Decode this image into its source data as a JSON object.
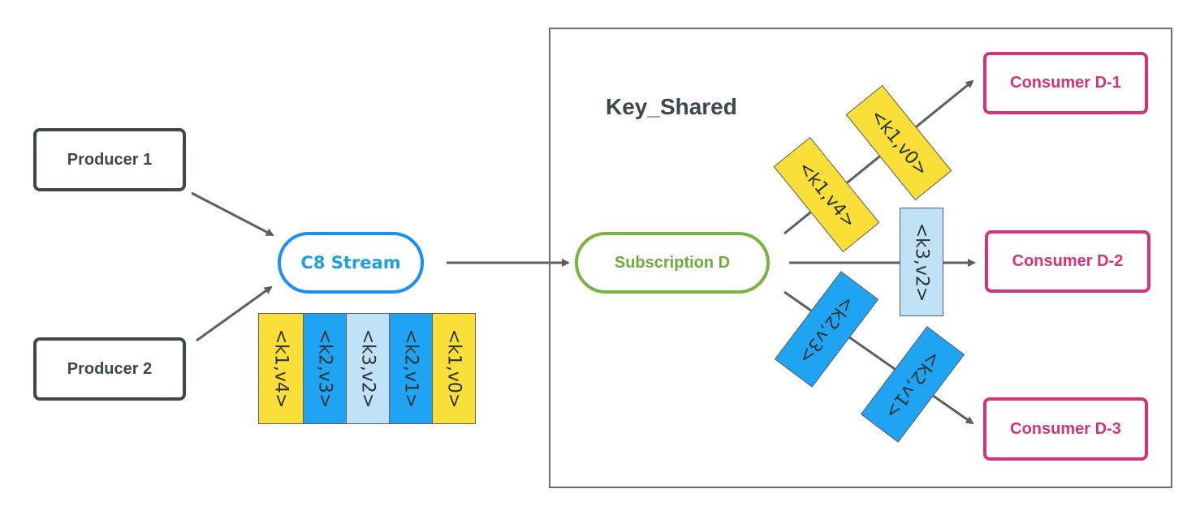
{
  "producers": [
    {
      "label": "Producer 1"
    },
    {
      "label": "Producer 2"
    }
  ],
  "stream": {
    "label": "C8 Stream"
  },
  "stream_messages": [
    {
      "text": "<k1,v4>",
      "color": "#f9df38"
    },
    {
      "text": "<k2,v3>",
      "color": "#1ea4f2"
    },
    {
      "text": "<k3,v2>",
      "color": "#bfe2f6"
    },
    {
      "text": "<k2,v1>",
      "color": "#1ea4f2"
    },
    {
      "text": "<k1,v0>",
      "color": "#f9df38"
    }
  ],
  "subscription": {
    "label": "Subscription D",
    "mode": "Key_Shared"
  },
  "consumers": [
    {
      "label": "Consumer D-1"
    },
    {
      "label": "Consumer D-2"
    },
    {
      "label": "Consumer D-3"
    }
  ],
  "routed_messages": {
    "consumer_1": [
      "<k1,v4>",
      "<k1,v0>"
    ],
    "consumer_2": [
      "<k3,v2>"
    ],
    "consumer_3": [
      "<k2,v3>",
      "<k2,v1>"
    ]
  },
  "colors": {
    "producer": "#3f474e",
    "stream": "#1b8ff2",
    "subscription": "#79b342",
    "consumer": "#d2347a",
    "key_k1": "#f9df38",
    "key_k2": "#1ea4f2",
    "key_k3": "#bfe2f6"
  }
}
